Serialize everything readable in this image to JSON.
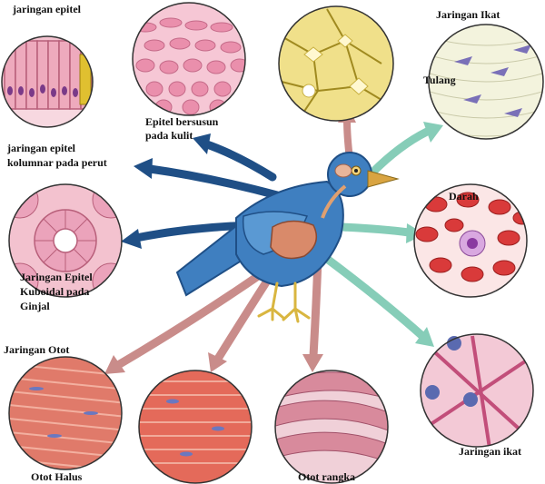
{
  "labels": {
    "jaringan_epitel": "jaringan epitel",
    "epitel_bersusun_1": "Epitel bersusun",
    "epitel_bersusun_2": "pada kulit",
    "kolumnar_1": "jaringan epitel",
    "kolumnar_2": "kolumnar pada perut",
    "kuboidal_1": "Jaringan Epitel",
    "kuboidal_2": "Kuboidal pada",
    "kuboidal_3": "Ginjal",
    "jaringan_otot": "Jaringan Otot",
    "otot_halus": "Otot Halus",
    "otot_rangka": "Otot rangka",
    "jaringan_ikat_top": "Jaringan Ikat",
    "tulang": "Tulang",
    "darah": "Darah",
    "jaringan_ikat_bottom": "Jaringan ikat"
  },
  "colors": {
    "bird_body": "#3f7fc0",
    "bird_beak": "#d9a441",
    "arrow_dark_blue": "#1f4f86",
    "arrow_teal": "#86cdb8",
    "arrow_pink": "#c98c8a",
    "epithelium": "#f2b3c6",
    "nerve_yellow": "#e6d56a",
    "blood_red": "#d93a3a",
    "muscle_red": "#d96b5c"
  }
}
